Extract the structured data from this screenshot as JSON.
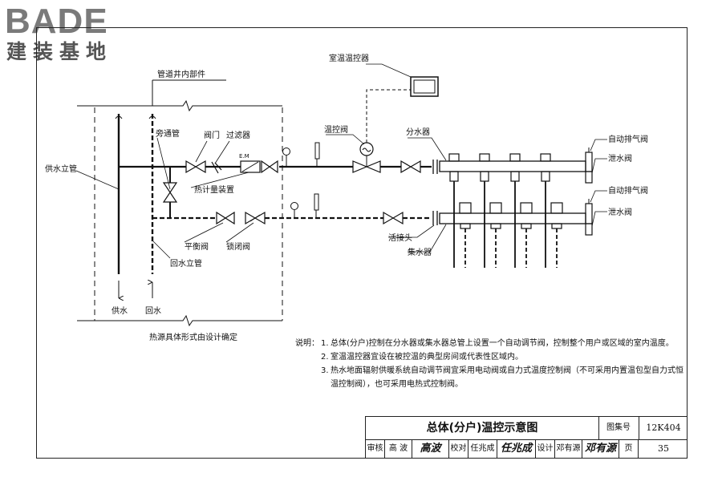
{
  "logo": {
    "text_en": "BADE",
    "text_cn": "建装基地"
  },
  "labels": {
    "shaft_parts": "管道井内部件",
    "room_thermostat": "室温温控器",
    "bypass_pipe": "旁通管",
    "valve": "阀门",
    "filter": "过滤器",
    "em": "E.M",
    "heat_meter": "热计量装置",
    "temp_valve": "温控阀",
    "distributor": "分水器",
    "auto_vent_1": "自动排气阀",
    "drain_1": "泄水阀",
    "auto_vent_2": "自动排气阀",
    "drain_2": "泄水阀",
    "supply_riser": "供水立管",
    "balance_valve": "平衡阀",
    "lock_valve": "锁闭阀",
    "return_riser": "回水立管",
    "union": "活接头",
    "collector": "集水器",
    "supply": "供水",
    "return": "回水",
    "heat_source_note": "热源具体形式由设计确定"
  },
  "notes": {
    "lead": "说明：",
    "items": [
      {
        "num": "1.",
        "text": "总体(分户)控制在分水器或集水器总管上设置一个自动调节阀，控制整个用户或区域的室内温度。"
      },
      {
        "num": "2.",
        "text": "室温温控器宜设在被控温的典型房间或代表性区域内。"
      },
      {
        "num": "3.",
        "text": "热水地面辐射供暖系统自动调节阀宜采用电动阀或自力式温度控制阀（不可采用内置温包型自力式恒温控制阀），也可采用电热式控制阀。"
      }
    ]
  },
  "title_block": {
    "title": "总体(分户)温控示意图",
    "atlas_label": "图集号",
    "atlas_no": "12K404",
    "review_label": "审核",
    "review_name": "高 波",
    "review_sig": "高波",
    "check_label": "校对",
    "check_name": "任兆成",
    "check_sig": "任兆成",
    "design_label": "设计",
    "design_name": "邓有源",
    "design_sig": "邓有源",
    "page_label": "页",
    "page_no": "35"
  }
}
